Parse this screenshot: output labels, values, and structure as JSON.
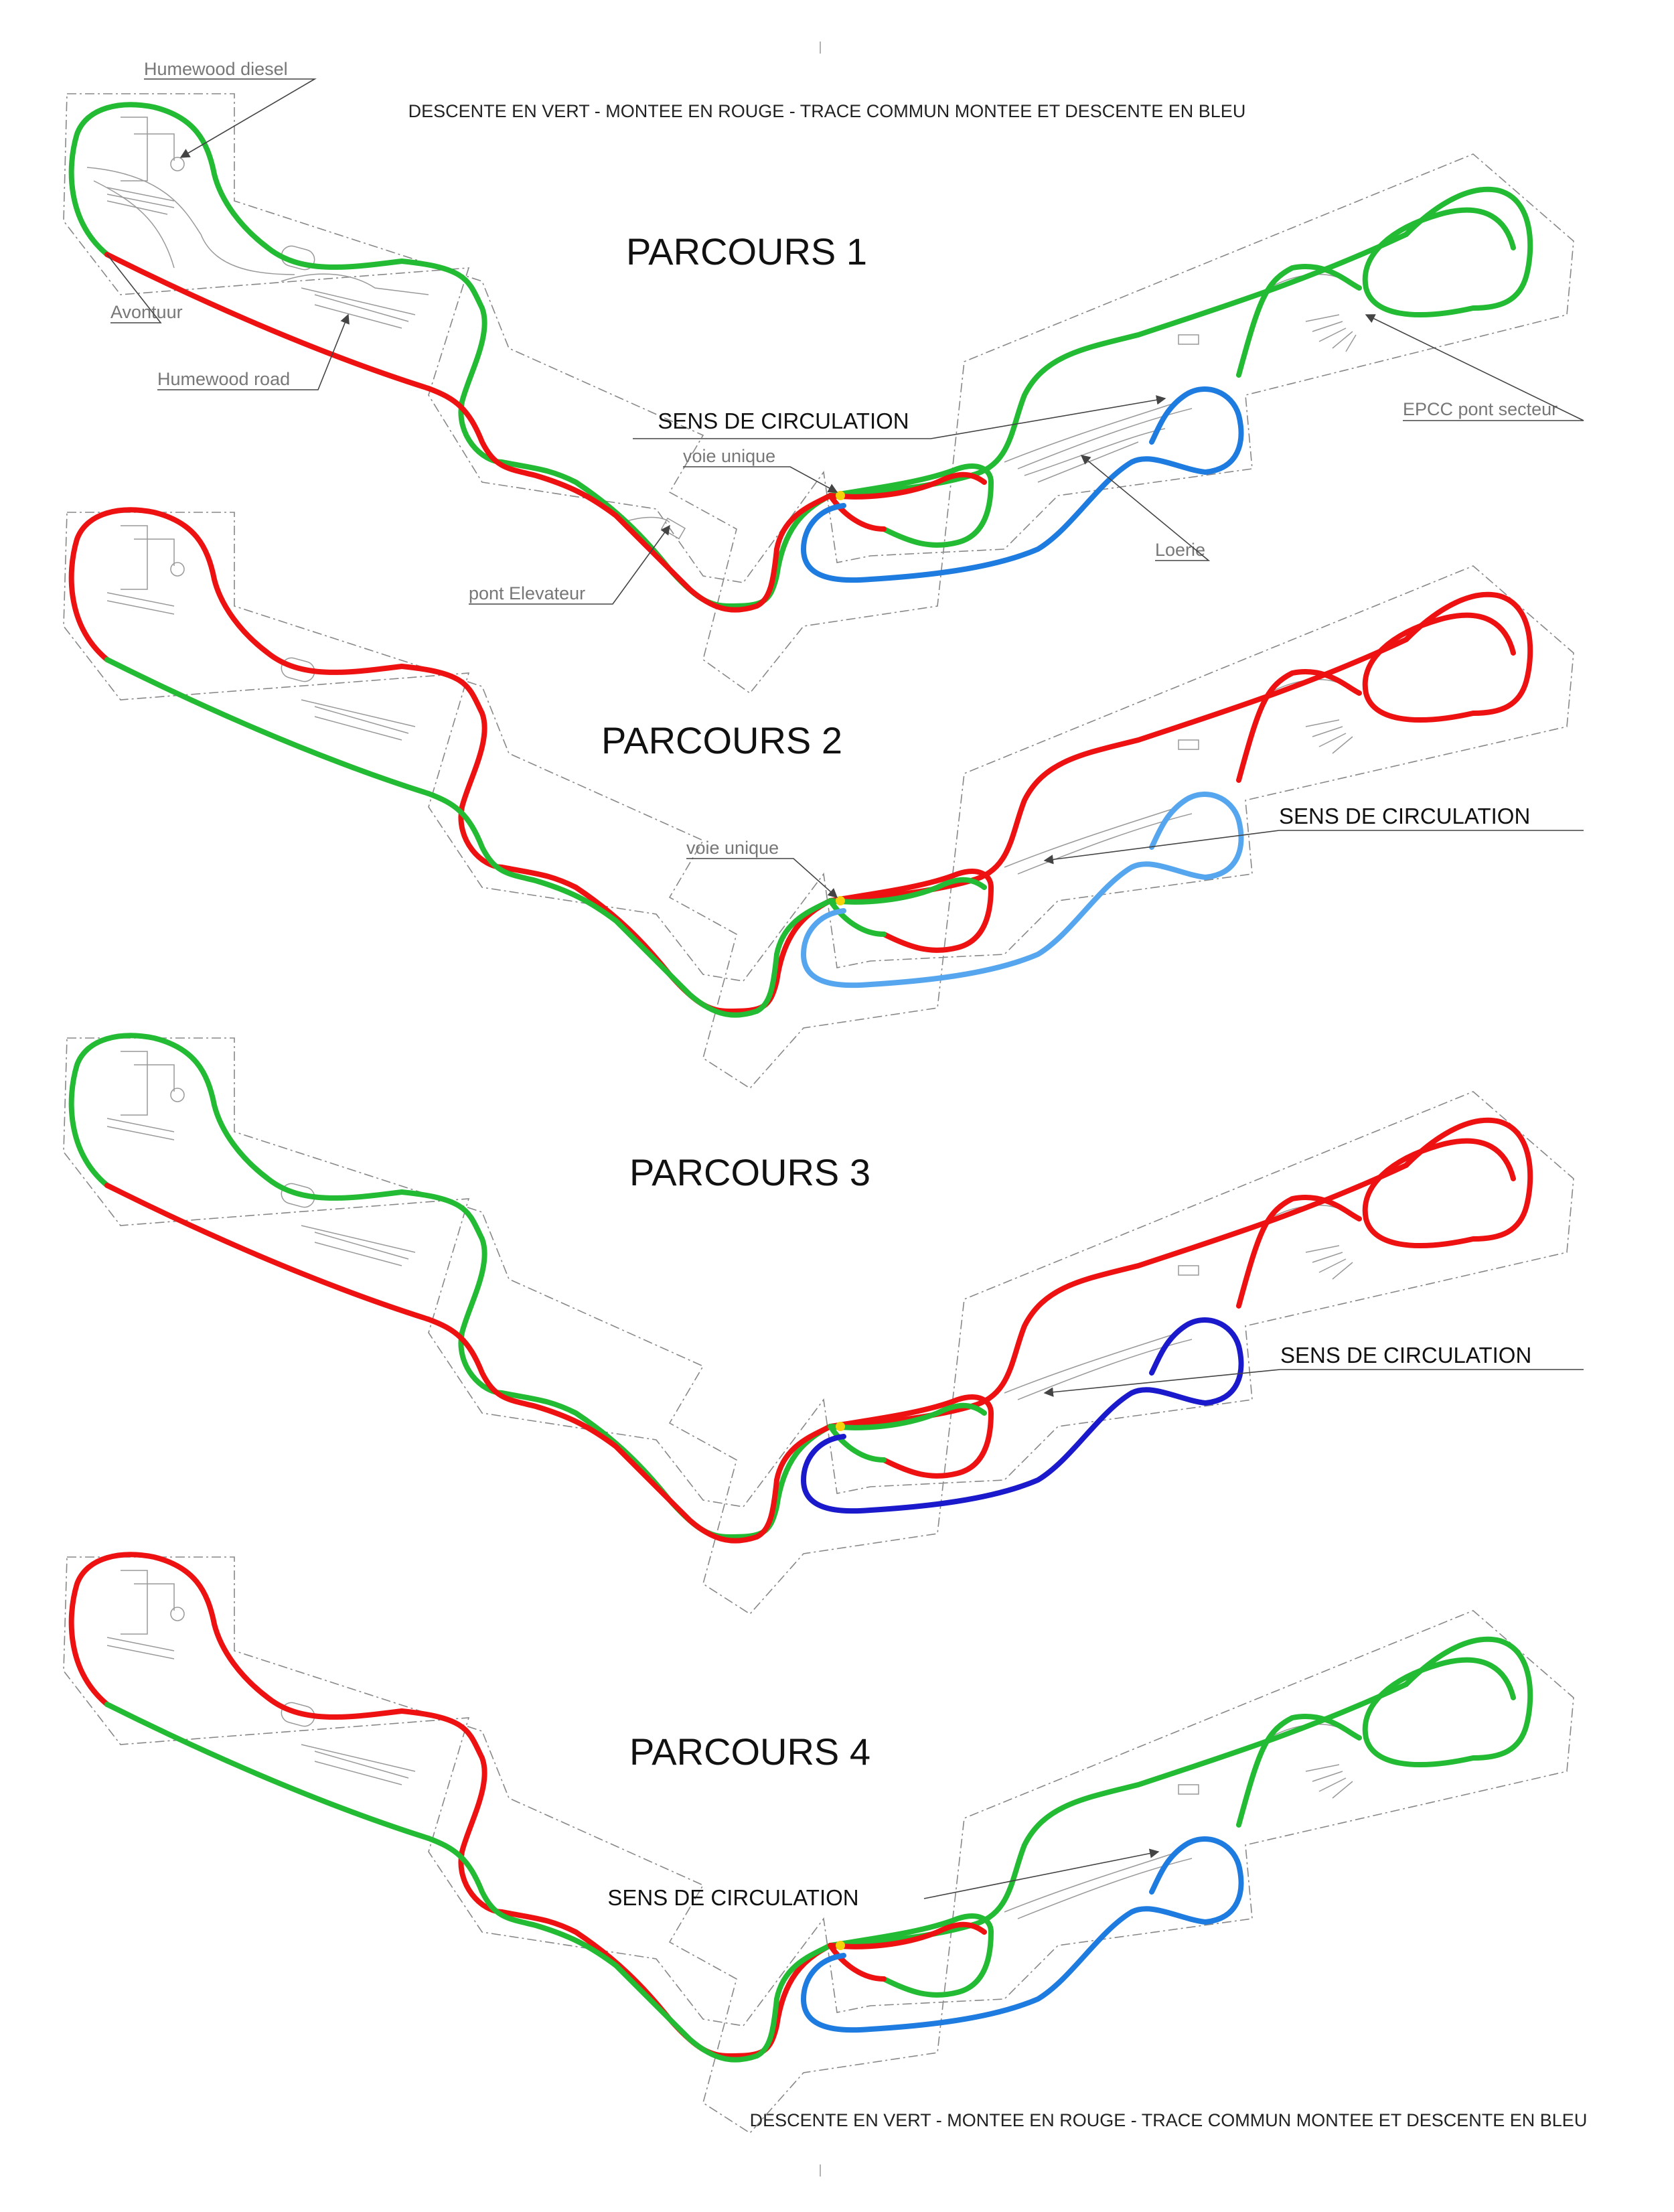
{
  "legend_top": "DESCENTE EN VERT  -  MONTEE EN ROUGE  -  TRACE COMMUN  MONTEE ET DESCENTE EN BLEU",
  "legend_bottom": "DESCENTE EN VERT  -  MONTEE EN ROUGE  -  TRACE COMMUN  MONTEE ET DESCENTE EN BLEU",
  "colors": {
    "green": "#22bb33",
    "red": "#ee1111",
    "blue": "#1e7be0",
    "blue_light": "#55a6ee",
    "blue_dark": "#1a1acc",
    "yellow": "#f5d20a"
  },
  "labels": {
    "humewood_diesel": "Humewood diesel",
    "avontuur": "Avontuur",
    "humewood_road": "Humewood road",
    "pont_elevateur": "pont Elevateur",
    "voie_unique_1": "voie unique",
    "voie_unique_2": "voie unique",
    "loerie": "Loerie",
    "epcc": "EPCC pont secteur"
  },
  "parcours": [
    {
      "title": "PARCOURS 1",
      "sens": "SENS DE CIRCULATION",
      "colors": {
        "upper_left": "green",
        "lower_left": "red",
        "right_main": "green",
        "right_loop": "green",
        "inner_a": "green",
        "inner_b": "red",
        "blue_loop": "blue"
      }
    },
    {
      "title": "PARCOURS 2",
      "sens": "SENS DE CIRCULATION",
      "colors": {
        "upper_left": "red",
        "lower_left": "green",
        "right_main": "red",
        "right_loop": "red",
        "inner_a": "red",
        "inner_b": "green",
        "blue_loop": "blue_light"
      }
    },
    {
      "title": "PARCOURS 3",
      "sens": "SENS DE CIRCULATION",
      "colors": {
        "upper_left": "green",
        "lower_left": "red",
        "right_main": "red",
        "right_loop": "red",
        "inner_a": "red",
        "inner_b": "green",
        "blue_loop": "blue_dark"
      }
    },
    {
      "title": "PARCOURS 4",
      "sens": "SENS DE CIRCULATION",
      "colors": {
        "upper_left": "red",
        "lower_left": "green",
        "right_main": "green",
        "right_loop": "green",
        "inner_a": "green",
        "inner_b": "red",
        "blue_loop": "blue"
      }
    }
  ]
}
